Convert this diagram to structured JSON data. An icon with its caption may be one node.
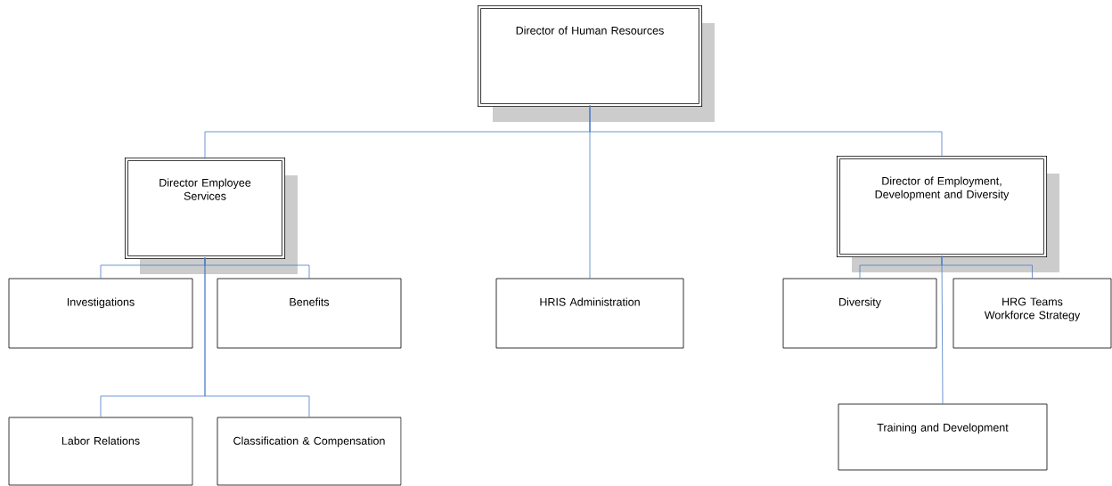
{
  "diagram": {
    "nodes": [
      {
        "text": [
          "Director of Human Resources"
        ]
      },
      {
        "text": [
          "Director Employee Services"
        ]
      },
      {
        "text": [
          "Investigations"
        ]
      },
      {
        "text": [
          "Benefits"
        ]
      },
      {
        "text": [
          "Labor Relations"
        ]
      },
      {
        "text": [
          "Classification & Compensation"
        ]
      },
      {
        "text": [
          "HRIS Administration"
        ]
      },
      {
        "text": [
          "Director of Employment, Development and Diversity"
        ]
      },
      {
        "text": [
          "Diversity"
        ]
      },
      {
        "text": [
          "HRG Teams Workforce Strategy"
        ]
      },
      {
        "text": [
          "Training and Development"
        ]
      }
    ],
    "edges": [
      {
        "from": 0,
        "to": 1,
        "arrow": "none"
      },
      {
        "from": 0,
        "to": 6,
        "arrow": "none"
      },
      {
        "from": 0,
        "to": 7,
        "arrow": "none"
      },
      {
        "from": 1,
        "to": 2,
        "arrow": "none"
      },
      {
        "from": 1,
        "to": 3,
        "arrow": "none"
      },
      {
        "from": 1,
        "to": 4,
        "arrow": "none"
      },
      {
        "from": 1,
        "to": 5,
        "arrow": "none"
      },
      {
        "from": 7,
        "to": 8,
        "arrow": "none"
      },
      {
        "from": 7,
        "to": 9,
        "arrow": "none"
      },
      {
        "from": 7,
        "to": 10,
        "arrow": "none"
      }
    ]
  }
}
